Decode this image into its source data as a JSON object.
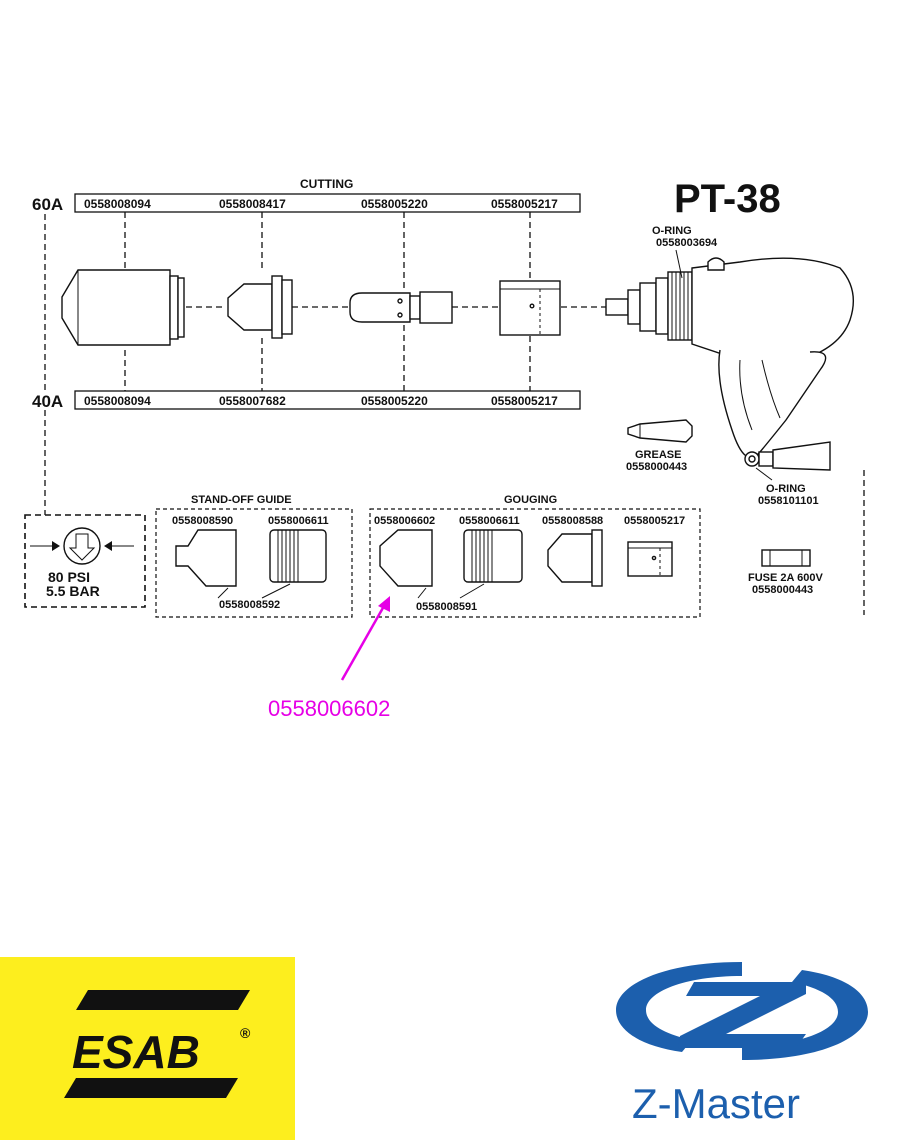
{
  "torch_title": "PT-38",
  "cutting": {
    "header": "CUTTING",
    "row60": {
      "amp": "60A",
      "parts": [
        "0558008094",
        "0558008417",
        "0558005220",
        "0558005217"
      ]
    },
    "row40": {
      "amp": "40A",
      "parts": [
        "0558008094",
        "0558007682",
        "0558005220",
        "0558005217"
      ]
    }
  },
  "oring_top": {
    "label": "O-RING",
    "number": "0558003694"
  },
  "grease": {
    "label": "GREASE",
    "number": "0558000443"
  },
  "oring_bottom": {
    "label": "O-RING",
    "number": "0558101101"
  },
  "fuse": {
    "label": "FUSE 2A 600V",
    "number": "0558000443"
  },
  "pressure": {
    "psi": "80 PSI",
    "bar": "5.5 BAR"
  },
  "standoff": {
    "header": "STAND-OFF GUIDE",
    "parts": [
      "0558008590",
      "0558006611"
    ],
    "assembly": "0558008592"
  },
  "gouging": {
    "header": "GOUGING",
    "parts": [
      "0558006602",
      "0558006611",
      "0558008588",
      "0558005217"
    ],
    "assembly": "0558008591"
  },
  "highlight": {
    "number": "0558006602",
    "color": "#e600e6"
  },
  "brands": {
    "esab": {
      "name": "ESAB",
      "mark": "®",
      "bg": "#fdee1e",
      "fg": "#111111"
    },
    "zmaster": {
      "name": "Z-Master",
      "color": "#1c5fad"
    }
  }
}
